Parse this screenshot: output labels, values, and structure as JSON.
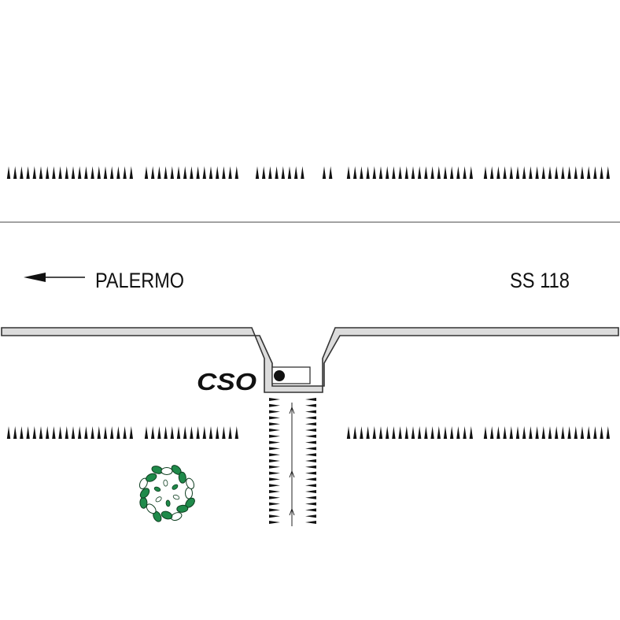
{
  "labels": {
    "direction": "PALERMO",
    "road": "SS 118",
    "station": "CSO"
  },
  "icons": {
    "arrow": "arrow-left-icon",
    "station": "station-dot-icon",
    "tree": "tree-icon",
    "embankment": "embankment-tick-icon",
    "flow": "flow-arrow-icon"
  },
  "colors": {
    "road_fill": "#dcdcdc",
    "ink": "#111111",
    "tree_green": "#1f8a4a"
  }
}
